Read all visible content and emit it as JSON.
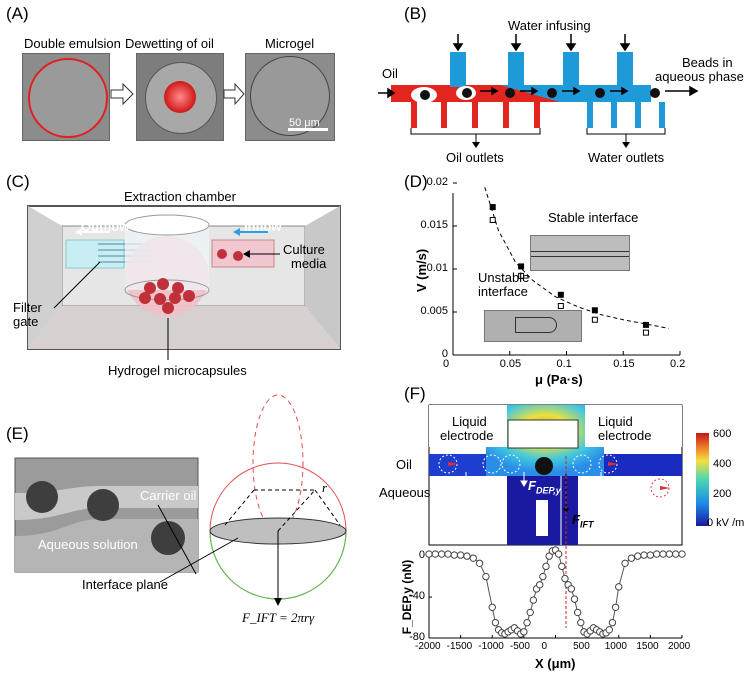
{
  "panel_labels": {
    "a": "(A)",
    "b": "(B)",
    "c": "(C)",
    "d": "(D)",
    "e": "(E)",
    "f": "(F)"
  },
  "panel_a": {
    "captions": [
      "Double emulsion",
      "Dewetting of oil",
      "Microgel"
    ],
    "scale_bar": "50 μm"
  },
  "panel_b": {
    "water_infusing": "Water infusing",
    "oil": "Oil",
    "beads_line1": "Beads in",
    "beads_line2": "aqueous phase",
    "oil_outlets": "Oil outlets",
    "water_outlets": "Water outlets",
    "colors": {
      "oil": "#e3251f",
      "water": "#1e9ad8"
    }
  },
  "panel_c": {
    "title": "Extraction chamber",
    "outflow": "Outflow",
    "inflow": "Inflow",
    "culture_line1": "Culture",
    "culture_line2": "media",
    "filter_line1": "Filter",
    "filter_line2": "gate",
    "capsules": "Hydrogel microcapsules"
  },
  "panel_d": {
    "stable": "Stable interface",
    "unstable_line1": "Unstable",
    "unstable_line2": "interface"
  },
  "panel_e": {
    "carrier": "Carrier oil",
    "aqueous": "Aqueous solution",
    "interface": "Interface plane",
    "r": "r",
    "formula": "F_IFT = 2πrγ"
  },
  "panel_f": {
    "liquid1": "Liquid",
    "electrode1": "electrode",
    "liquid2": "Liquid",
    "electrode2": "electrode",
    "oil": "Oil",
    "aqueous": "Aqueous",
    "fdep": "F",
    "fdep_sub": "DEP,y",
    "fift": "F",
    "fift_sub": "IFT",
    "colorbar_ticks": [
      "600",
      "400",
      "200",
      "0 kV /m"
    ]
  },
  "chart_data": [
    {
      "type": "scatter",
      "panel": "D",
      "xlabel": "μ (Pa·s)",
      "ylabel": "V (m/s)",
      "xlim": [
        0,
        0.2
      ],
      "ylim": [
        0,
        0.02
      ],
      "xticks": [
        "0",
        "0.05",
        "0.1",
        "0.15",
        "0.2"
      ],
      "yticks": [
        "0",
        "0.005",
        "0.01",
        "0.015",
        "0.02"
      ],
      "series": [
        {
          "marker": "filled",
          "x": [
            0.035,
            0.06,
            0.095,
            0.125,
            0.17
          ],
          "y": [
            0.0172,
            0.0103,
            0.007,
            0.0052,
            0.0035
          ]
        },
        {
          "marker": "open",
          "x": [
            0.035,
            0.06,
            0.095,
            0.125,
            0.17
          ],
          "y": [
            0.0157,
            0.0092,
            0.0057,
            0.0041,
            0.0026
          ]
        }
      ],
      "fit": {
        "style": "dashed",
        "x": [
          0.028,
          0.04,
          0.055,
          0.07,
          0.09,
          0.11,
          0.13,
          0.15,
          0.17,
          0.19
        ],
        "y": [
          0.0195,
          0.0145,
          0.0108,
          0.0087,
          0.0068,
          0.0056,
          0.0047,
          0.0041,
          0.0036,
          0.0031
        ]
      }
    },
    {
      "type": "line",
      "panel": "F",
      "xlabel": "X (μm)",
      "ylabel": "F_DEP,y (nN)",
      "xlim": [
        -2000,
        2000
      ],
      "ylim": [
        -80,
        5
      ],
      "xticks": [
        "-2000",
        "-1500",
        "-1000",
        "-500",
        "0",
        "500",
        "1000",
        "1500",
        "2000"
      ],
      "yticks": [
        "0",
        "-40",
        "-80"
      ],
      "series": [
        {
          "marker": "open-circle",
          "x": [
            -2000,
            -1900,
            -1800,
            -1700,
            -1600,
            -1500,
            -1400,
            -1300,
            -1200,
            -1100,
            -1000,
            -950,
            -900,
            -850,
            -800,
            -750,
            -700,
            -650,
            -600,
            -550,
            -500,
            -450,
            -400,
            -350,
            -300,
            -250,
            -200,
            -150,
            -100,
            -50,
            0,
            50,
            100,
            150,
            200,
            250,
            300,
            350,
            400,
            450,
            500,
            550,
            600,
            650,
            700,
            750,
            800,
            850,
            900,
            950,
            1000,
            1100,
            1200,
            1300,
            1400,
            1500,
            1600,
            1700,
            1800,
            1900,
            2000
          ],
          "y": [
            2,
            2,
            2,
            2,
            1,
            1,
            0,
            -2,
            -7,
            -20,
            -50,
            -65,
            -72,
            -75,
            -76,
            -74,
            -72,
            -70,
            -73,
            -76,
            -74,
            -65,
            -55,
            -43,
            -32,
            -28,
            -20,
            -10,
            0,
            5,
            6,
            2,
            -10,
            -22,
            -28,
            -32,
            -42,
            -55,
            -65,
            -74,
            -76,
            -73,
            -70,
            -72,
            -74,
            -76,
            -75,
            -72,
            -65,
            -50,
            -30,
            -7,
            -2,
            0,
            1,
            1,
            2,
            2,
            2,
            2,
            2
          ]
        }
      ],
      "marker_line_x": 300
    }
  ]
}
